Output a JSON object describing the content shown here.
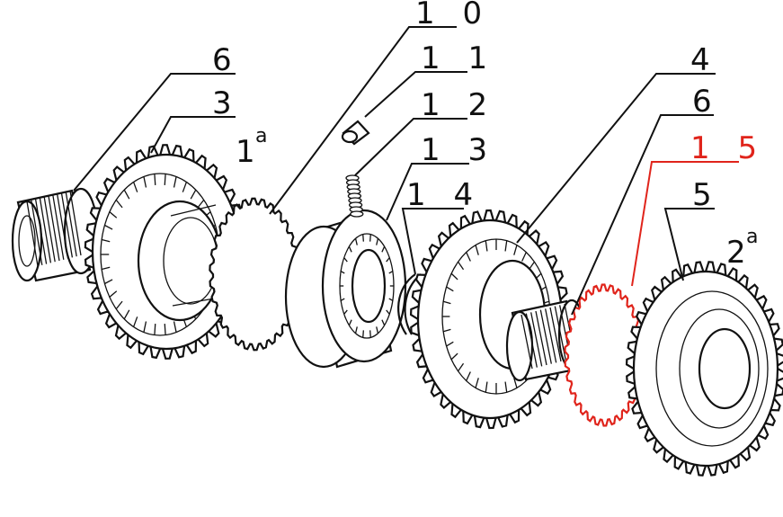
{
  "callouts": [
    {
      "id": "c6a",
      "text": "6"
    },
    {
      "id": "c3",
      "text": "3"
    },
    {
      "id": "c10",
      "text": "1 0"
    },
    {
      "id": "c11",
      "text": "1 1"
    },
    {
      "id": "c12",
      "text": "1 2"
    },
    {
      "id": "c13",
      "text": "1 3"
    },
    {
      "id": "c14",
      "text": "1 4"
    },
    {
      "id": "c4",
      "text": "4"
    },
    {
      "id": "c6b",
      "text": "6"
    },
    {
      "id": "c15",
      "text": "1 5"
    },
    {
      "id": "c5",
      "text": "5"
    }
  ],
  "gear_labels": [
    {
      "id": "first",
      "base": "1",
      "sup": "a"
    },
    {
      "id": "second",
      "base": "2",
      "sup": "a"
    }
  ],
  "colors": {
    "ink": "#111111",
    "highlight": "#e0241b",
    "background": "#ffffff"
  }
}
